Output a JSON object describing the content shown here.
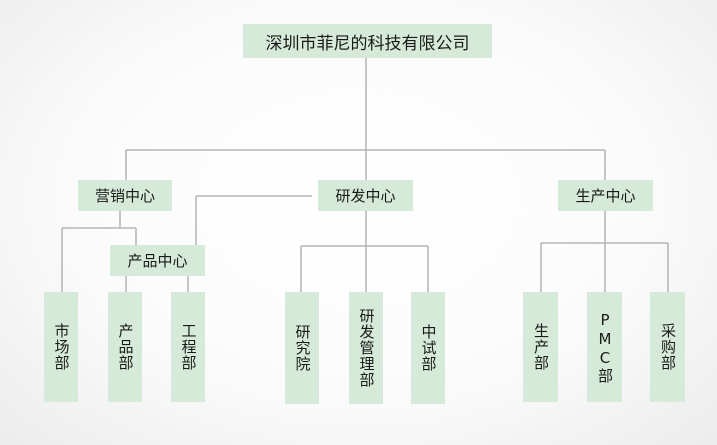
{
  "company": "深圳市菲尼的科技有限公司",
  "centers": {
    "marketing": "营销中心",
    "rnd": "研发中心",
    "production": "生产中心",
    "product": "产品中心"
  },
  "departments": {
    "market": "市场部",
    "product": "产品部",
    "engineering": "工程部",
    "research": "研究院",
    "rnd_management": "研发管理部",
    "pilot": "中试部",
    "manufacturing": "生产部",
    "pmc": "PMC部",
    "purchasing": "采购部"
  }
}
